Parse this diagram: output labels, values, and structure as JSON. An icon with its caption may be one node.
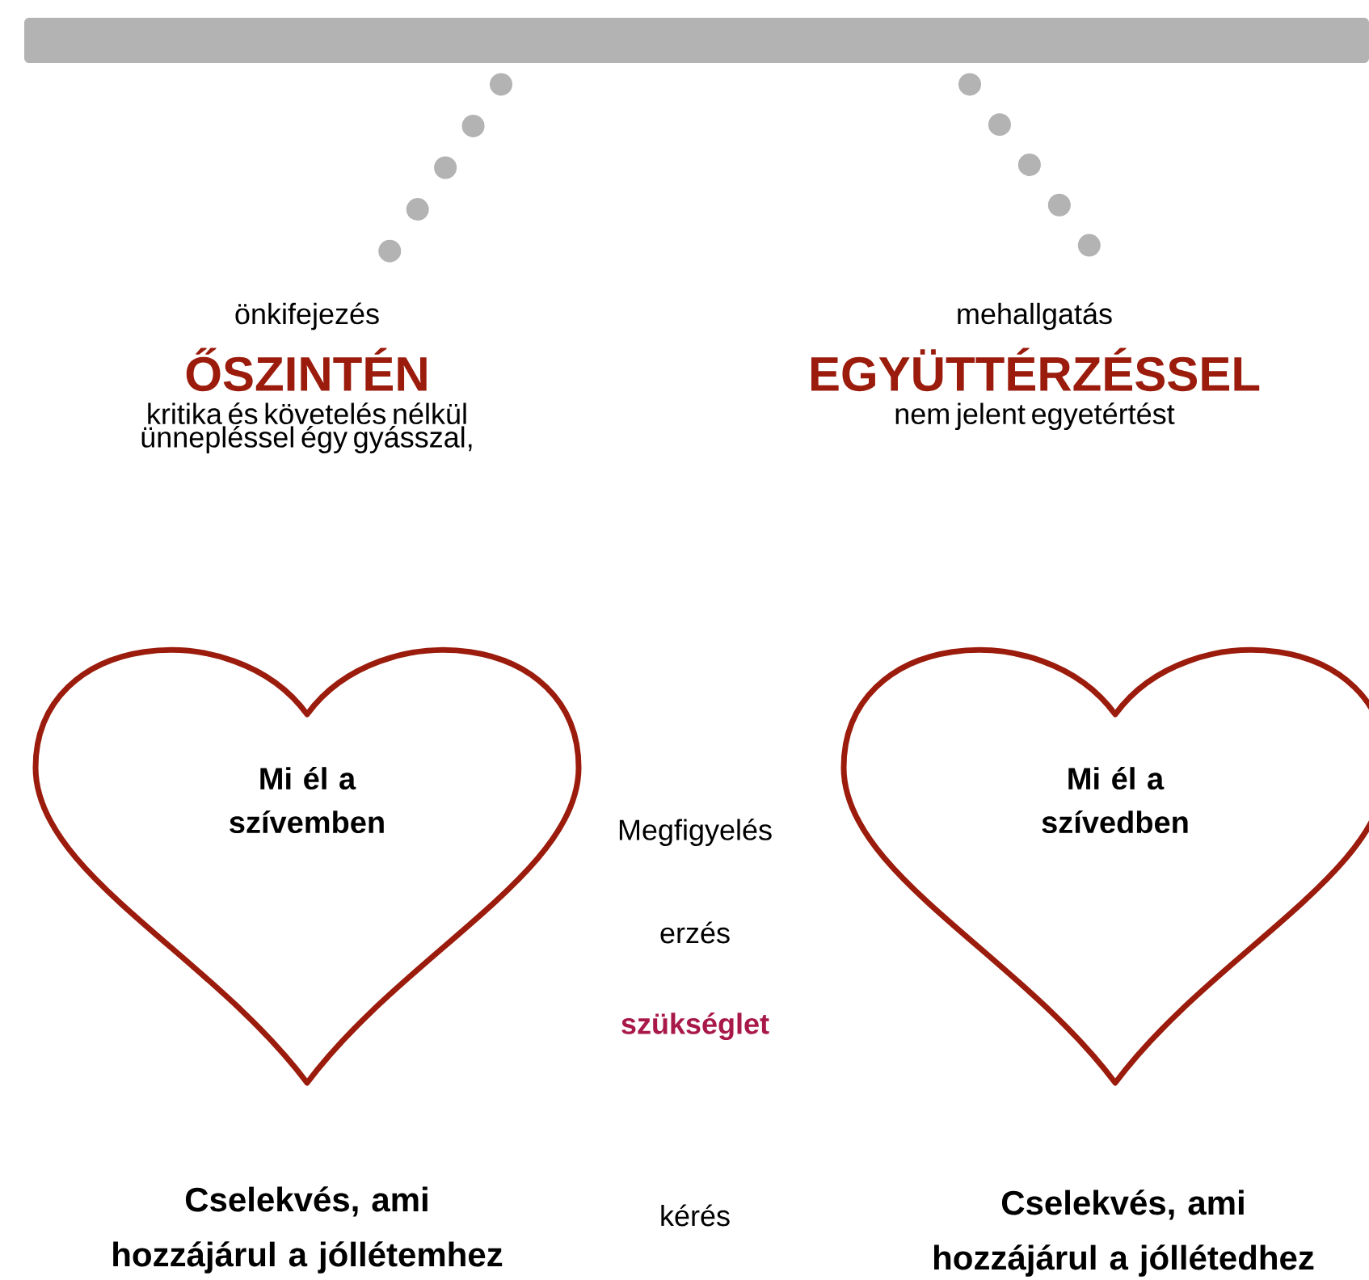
{
  "diagram": {
    "nodes": [
      {
        "text": [],
        "shape": "bar"
      },
      {
        "text": [
          "önkifejezés",
          "ŐSZINTÉN",
          "kritika és követelés nélkül ünnepléssel égy gyásszal,"
        ]
      },
      {
        "text": [
          "mehallgatás",
          "EGYÜTTÉRZÉSSEL",
          "nem jelent egyetértést"
        ]
      },
      {
        "text": [
          "Mi él a szívemben"
        ]
      },
      {
        "text": [
          "Mi él a szívedben"
        ]
      }
    ],
    "edges": [
      {
        "from": 0,
        "to": 1,
        "arrow": "none"
      },
      {
        "from": 0,
        "to": 2,
        "arrow": "none"
      }
    ],
    "labels": [
      "Megfigyelés",
      "erzés",
      "szükséglet",
      "kérés",
      "Cselekvés, ami hozzájárul a jóllétemhez",
      "Cselekvés, ami hozzájárul a jóllétedhez"
    ]
  }
}
